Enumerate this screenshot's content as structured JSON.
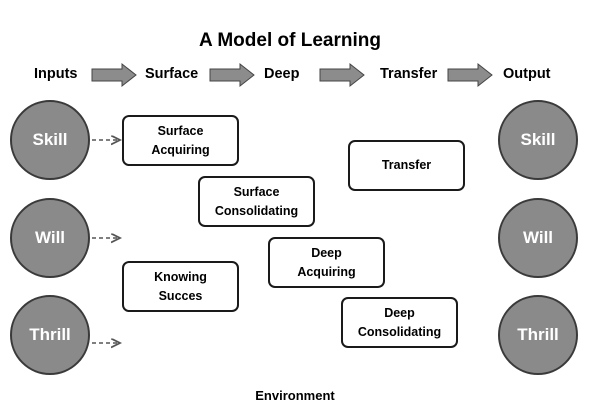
{
  "title": "A Model of Learning",
  "phases": {
    "inputs": "Inputs",
    "surface": "Surface",
    "deep": "Deep",
    "transfer": "Transfer",
    "output": "Output"
  },
  "inputs": [
    "Skill",
    "Will",
    "Thrill"
  ],
  "outputs": [
    "Skill",
    "Will",
    "Thrill"
  ],
  "boxes": {
    "surface_acquiring": [
      "Surface",
      "Acquiring"
    ],
    "surface_consolidating": [
      "Surface",
      "Consolidating"
    ],
    "transfer": [
      "Transfer"
    ],
    "deep_acquiring": [
      "Deep",
      "Acquiring"
    ],
    "knowing_succes": [
      "Knowing",
      "Succes"
    ],
    "deep_consolidating": [
      "Deep",
      "Consolidating"
    ]
  },
  "environment": "Environment",
  "colors": {
    "circle_fill": "#8a8a8a",
    "arrow_fill": "#8c8c8c"
  }
}
